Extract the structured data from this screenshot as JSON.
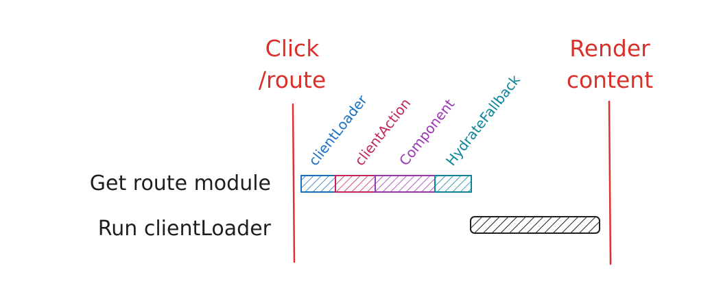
{
  "markers": {
    "start": {
      "line1": "Click",
      "line2": "/route"
    },
    "end": {
      "line1": "Render",
      "line2": "content"
    }
  },
  "rows": {
    "module": "Get route module",
    "loader": "Run clientLoader"
  },
  "segments": [
    {
      "label": "clientLoader",
      "color": "#1971c2"
    },
    {
      "label": "clientAction",
      "color": "#c2255c"
    },
    {
      "label": "Component",
      "color": "#9c36b5"
    },
    {
      "label": "HydrateFallback",
      "color": "#0c8599"
    }
  ],
  "colors": {
    "marker": "#e03131",
    "ink": "#1e1e1e",
    "loaderBar": "#1e1e1e"
  }
}
